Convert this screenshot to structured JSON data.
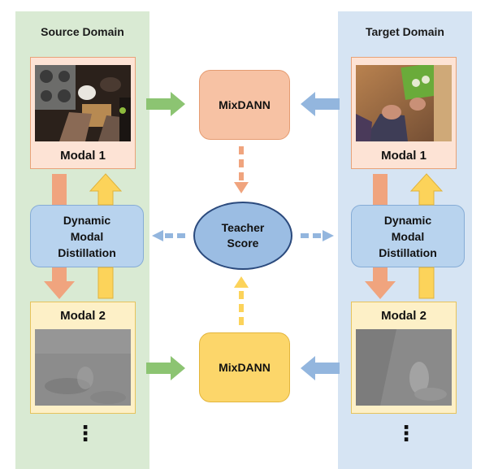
{
  "source": {
    "title": "Source Domain",
    "modal1": "Modal 1",
    "modal2": "Modal 2",
    "dmd_line1": "Dynamic",
    "dmd_line2": "Modal",
    "dmd_line3": "Distillation",
    "more": "⋮"
  },
  "target": {
    "title": "Target Domain",
    "modal1": "Modal 1",
    "modal2": "Modal 2",
    "dmd_line1": "Dynamic",
    "dmd_line2": "Modal",
    "dmd_line3": "Distillation",
    "more": "⋮"
  },
  "center": {
    "mix_top": "MixDANN",
    "mix_bottom": "MixDANN",
    "teacher_line1": "Teacher",
    "teacher_line2": "Score"
  },
  "colors": {
    "source_bg": "#d9ead3",
    "target_bg": "#d6e4f3",
    "green_arrow": "#8cc472",
    "blue_arrow": "#93b6de",
    "orange_arrow": "#f0a47e",
    "yellow_arrow": "#fcd35a"
  }
}
